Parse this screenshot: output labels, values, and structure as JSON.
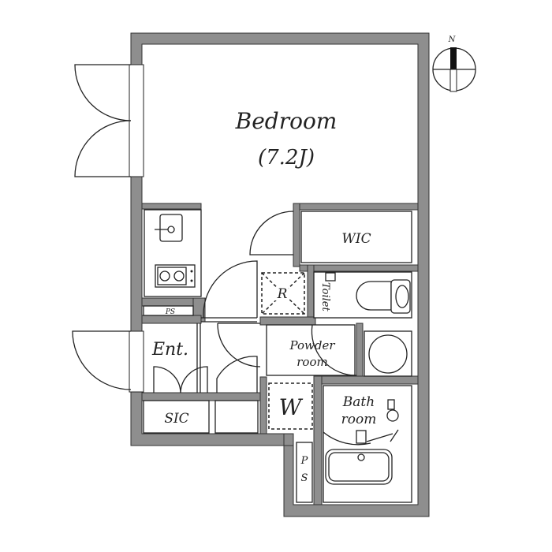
{
  "rooms": {
    "bedroom": {
      "name": "Bedroom",
      "size": "(7.2J)"
    },
    "wic": "WIC",
    "refrigerator": "R",
    "toilet": "Toilet",
    "entrance": "Ent.",
    "ps_kitchen": "PS",
    "powder_room": {
      "line1": "Powder",
      "line2": "room"
    },
    "washer": "W",
    "bathroom": {
      "line1": "Bath",
      "line2": "room"
    },
    "sic": "SIC",
    "ps_bath": {
      "line1": "P",
      "line2": "S"
    }
  },
  "compass": {
    "label": "N"
  },
  "colors": {
    "wall": "#8e8e8e",
    "line": "#222222"
  }
}
